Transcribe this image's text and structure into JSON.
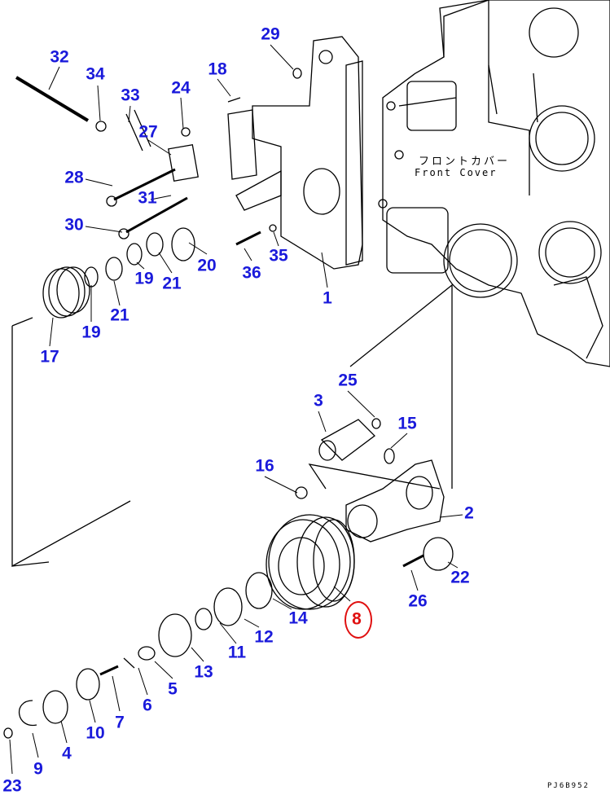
{
  "diagram": {
    "part_label_jp": "フロントカバー",
    "part_label_en": "Front Cover",
    "drawing_code": "PJ6B952",
    "highlight_color": "#e01010",
    "callout_color": "#1a1adb",
    "highlighted_callout": "8",
    "callouts": [
      "32",
      "34",
      "33",
      "24",
      "18",
      "29",
      "27",
      "28",
      "31",
      "30",
      "20",
      "21",
      "21",
      "19",
      "19",
      "17",
      "36",
      "35",
      "1",
      "25",
      "3",
      "15",
      "16",
      "2",
      "22",
      "26",
      "8",
      "14",
      "12",
      "11",
      "13",
      "5",
      "6",
      "7",
      "10",
      "4",
      "9",
      "23"
    ]
  }
}
